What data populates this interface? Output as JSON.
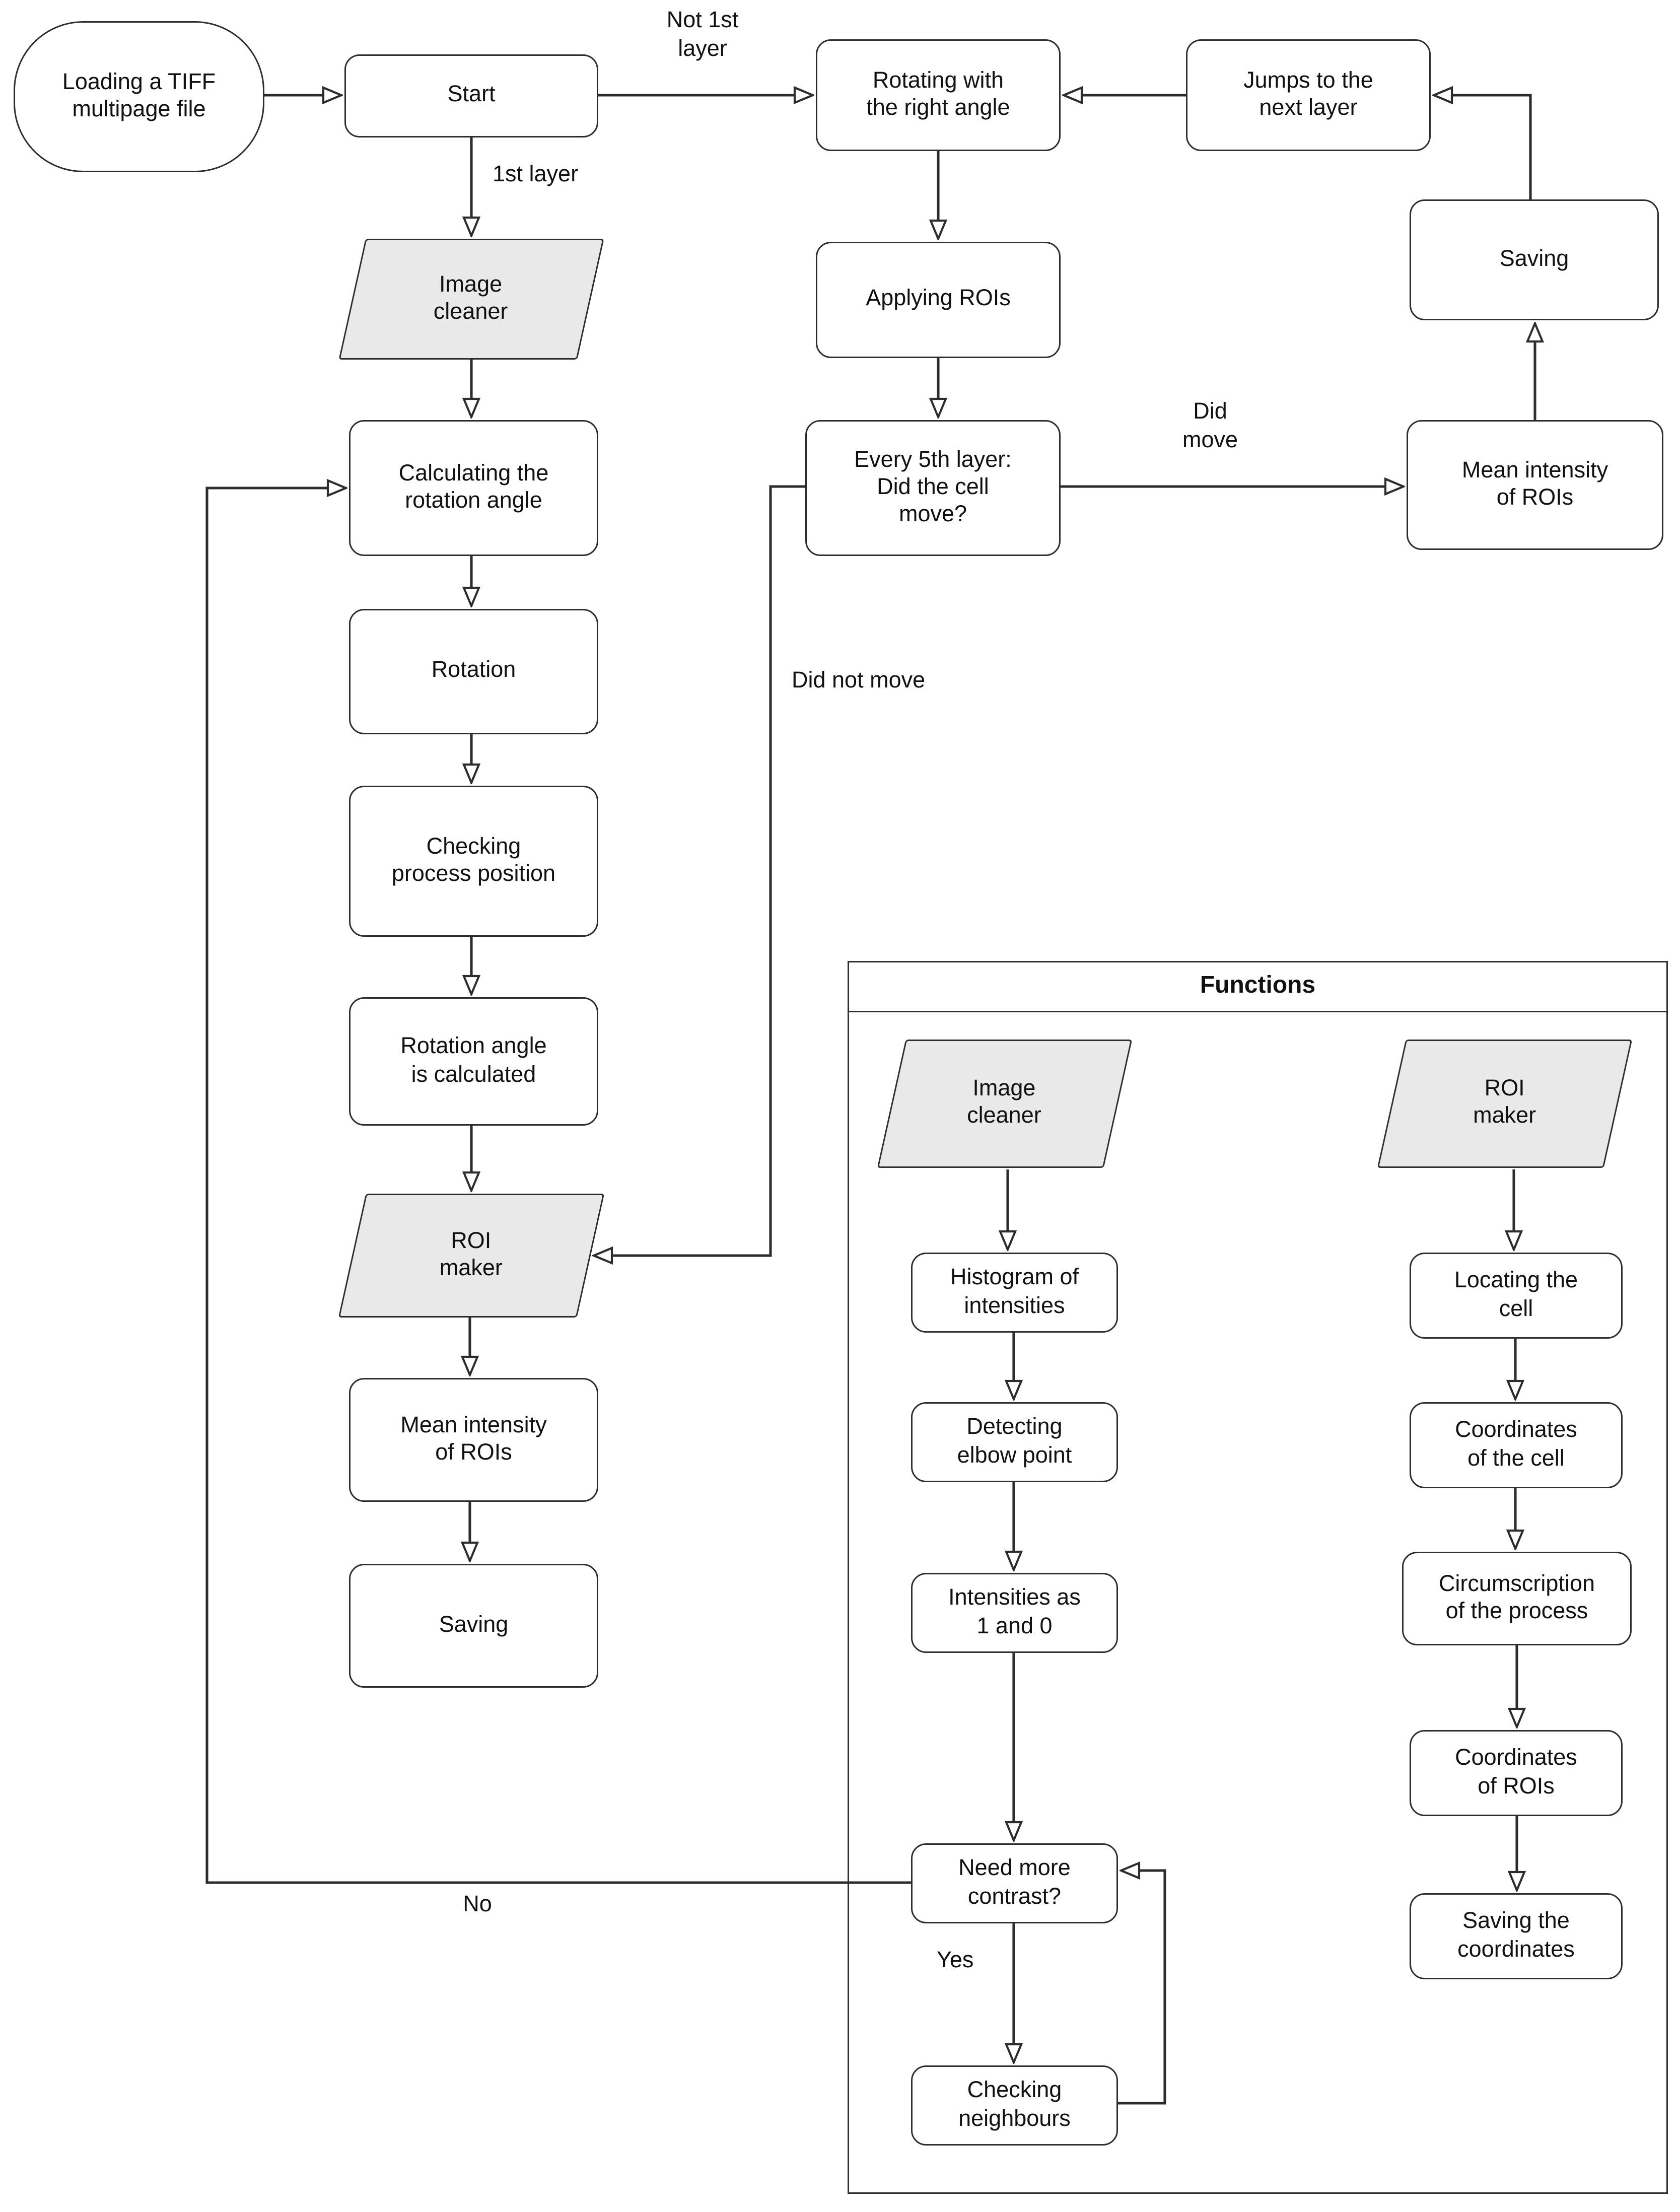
{
  "diagram": {
    "functions_title": "Functions",
    "colors": {
      "background": "#ffffff",
      "node_fill": "#ffffff",
      "data_node_fill": "#e9e9e9",
      "border": "#2d2d2d",
      "text": "#111111"
    },
    "nodes": {
      "loading_tiff": {
        "label": "Loading a TIFF\nmultipage file",
        "shape": "stadium"
      },
      "start": {
        "label": "Start",
        "shape": "process"
      },
      "rotating": {
        "label": "Rotating with\nthe right angle",
        "shape": "process"
      },
      "jumps": {
        "label": "Jumps to the\nnext layer",
        "shape": "process"
      },
      "saving_top": {
        "label": "Saving",
        "shape": "process"
      },
      "image_cleaner": {
        "label": "Image\ncleaner",
        "shape": "parallelogram"
      },
      "applying_rois": {
        "label": "Applying ROIs",
        "shape": "process"
      },
      "every5th": {
        "label": "Every 5th layer:\nDid the cell\nmove?",
        "shape": "process"
      },
      "mean_intensity_right": {
        "label": "Mean intensity\nof ROIs",
        "shape": "process"
      },
      "calculating": {
        "label": "Calculating the\nrotation angle",
        "shape": "process"
      },
      "rotation": {
        "label": "Rotation",
        "shape": "process"
      },
      "checking_process": {
        "label": "Checking\nprocess position",
        "shape": "process"
      },
      "rotation_angle_calc": {
        "label": "Rotation angle\nis calculated",
        "shape": "process"
      },
      "roi_maker": {
        "label": "ROI\nmaker",
        "shape": "parallelogram"
      },
      "mean_intensity_left": {
        "label": "Mean intensity\nof ROIs",
        "shape": "process"
      },
      "saving_left": {
        "label": "Saving",
        "shape": "process"
      },
      "fn_image_cleaner": {
        "label": "Image\ncleaner",
        "shape": "parallelogram"
      },
      "fn_roi_maker": {
        "label": "ROI\nmaker",
        "shape": "parallelogram"
      },
      "histogram": {
        "label": "Histogram of\nintensities",
        "shape": "process"
      },
      "detecting": {
        "label": "Detecting\nelbow point",
        "shape": "process"
      },
      "intensities": {
        "label": "Intensities as\n1 and 0",
        "shape": "process"
      },
      "need_more": {
        "label": "Need more\ncontrast?",
        "shape": "process"
      },
      "checking_neighbours": {
        "label": "Checking\nneighbours",
        "shape": "process"
      },
      "locating": {
        "label": "Locating the\ncell",
        "shape": "process"
      },
      "coords_cell": {
        "label": "Coordinates\nof the cell",
        "shape": "process"
      },
      "circumscription": {
        "label": "Circumscription\nof the process",
        "shape": "process"
      },
      "coords_rois": {
        "label": "Coordinates\nof ROIs",
        "shape": "process"
      },
      "saving_coords": {
        "label": "Saving the\ncoordinates",
        "shape": "process"
      }
    },
    "edge_labels": {
      "not_first": "Not 1st\nlayer",
      "first": "1st layer",
      "did_move": "Did\nmove",
      "did_not_move": "Did not move",
      "no": "No",
      "yes": "Yes"
    },
    "edges": [
      {
        "from": "Loading a TIFF multipage file",
        "to": "Start",
        "label": ""
      },
      {
        "from": "Start",
        "to": "Rotating with the right angle",
        "label": "Not 1st layer"
      },
      {
        "from": "Start",
        "to": "Image cleaner",
        "label": "1st layer"
      },
      {
        "from": "Jumps to the next layer",
        "to": "Rotating with the right angle",
        "label": ""
      },
      {
        "from": "Saving (top)",
        "to": "Jumps to the next layer",
        "label": ""
      },
      {
        "from": "Rotating with the right angle",
        "to": "Applying ROIs",
        "label": ""
      },
      {
        "from": "Applying ROIs",
        "to": "Every 5th layer: Did the cell move?",
        "label": ""
      },
      {
        "from": "Every 5th layer: Did the cell move?",
        "to": "Mean intensity of ROIs (right)",
        "label": "Did move"
      },
      {
        "from": "Mean intensity of ROIs (right)",
        "to": "Saving (top)",
        "label": ""
      },
      {
        "from": "Every 5th layer: Did the cell move?",
        "to": "ROI maker",
        "label": "Did not move"
      },
      {
        "from": "Image cleaner",
        "to": "Calculating the rotation angle",
        "label": ""
      },
      {
        "from": "Calculating the rotation angle",
        "to": "Rotation",
        "label": ""
      },
      {
        "from": "Rotation",
        "to": "Checking process position",
        "label": ""
      },
      {
        "from": "Checking process position",
        "to": "Rotation angle is calculated",
        "label": ""
      },
      {
        "from": "Rotation angle is calculated",
        "to": "ROI maker",
        "label": ""
      },
      {
        "from": "ROI maker",
        "to": "Mean intensity of ROIs (left)",
        "label": ""
      },
      {
        "from": "Mean intensity of ROIs (left)",
        "to": "Saving (left)",
        "label": ""
      },
      {
        "from": "Need more contrast?",
        "to": "Calculating the rotation angle",
        "label": "No"
      },
      {
        "from": "Need more contrast?",
        "to": "Checking neighbours",
        "label": "Yes"
      },
      {
        "from": "Checking neighbours",
        "to": "Need more contrast?",
        "label": ""
      },
      {
        "from": "Image cleaner (function)",
        "to": "Histogram of intensities",
        "label": ""
      },
      {
        "from": "Histogram of intensities",
        "to": "Detecting elbow point",
        "label": ""
      },
      {
        "from": "Detecting elbow point",
        "to": "Intensities as 1 and 0",
        "label": ""
      },
      {
        "from": "Intensities as 1 and 0",
        "to": "Need more contrast?",
        "label": ""
      },
      {
        "from": "ROI maker (function)",
        "to": "Locating the cell",
        "label": ""
      },
      {
        "from": "Locating the cell",
        "to": "Coordinates of the cell",
        "label": ""
      },
      {
        "from": "Coordinates of the cell",
        "to": "Circumscription of the process",
        "label": ""
      },
      {
        "from": "Circumscription of the process",
        "to": "Coordinates of ROIs",
        "label": ""
      },
      {
        "from": "Coordinates of ROIs",
        "to": "Saving the coordinates",
        "label": ""
      }
    ]
  }
}
